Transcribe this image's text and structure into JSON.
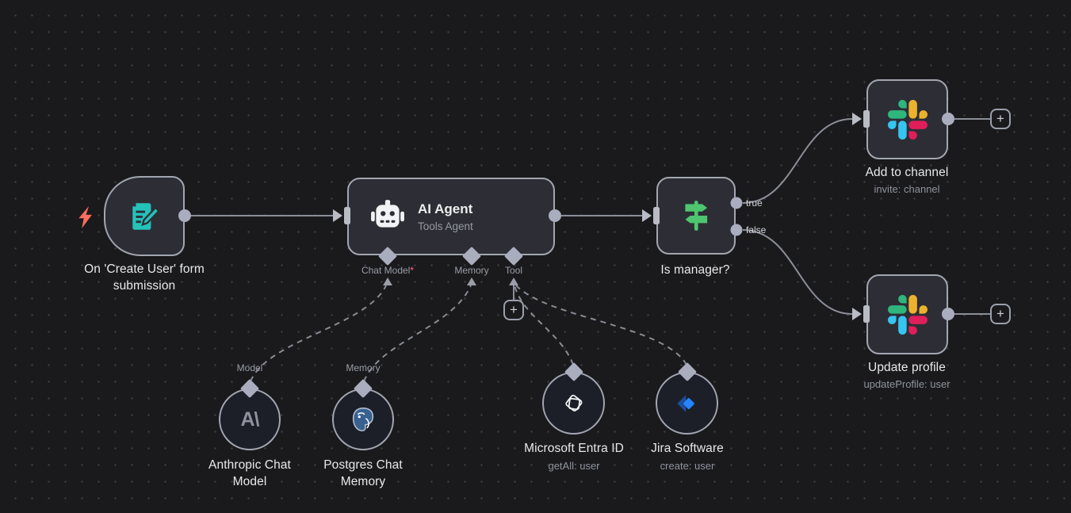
{
  "canvas": {
    "background": "#1a1a1d",
    "dot_color": "#55565a"
  },
  "colors": {
    "node_fill": "#2d2e35",
    "node_border": "#a2a6b0",
    "circle_fill": "#1d1f28",
    "connector": "#8b8e97",
    "port": "#a9adbd",
    "trigger_bolt": "#ff6d5c",
    "form_teal": "#25c2ba",
    "switch_green": "#4ec56f",
    "slack_blue": "#36C5F0",
    "slack_green": "#2EB67D",
    "slack_yellow": "#ECB22E",
    "slack_red": "#E01E5A",
    "jira_bright": "#2684FF",
    "jira_dark": "#1b4f9e",
    "postgres_blue": "#39618f"
  },
  "nodes": {
    "trigger": {
      "label": "On 'Create User' form submission",
      "icon": "form-edit-icon",
      "badge_icon": "lightning-trigger-icon"
    },
    "agent": {
      "title": "AI Agent",
      "subtitle": "Tools Agent",
      "icon": "robot-icon",
      "ports": {
        "chat_model": "Chat Model",
        "required_mark": "*",
        "memory": "Memory",
        "tool": "Tool"
      }
    },
    "switch": {
      "label": "Is manager?",
      "icon": "signpost-icon",
      "outputs": {
        "true_label": "true",
        "false_label": "false"
      }
    },
    "slack_add": {
      "label": "Add to channel",
      "subtitle": "invite: channel",
      "icon": "slack-icon"
    },
    "slack_update": {
      "label": "Update profile",
      "subtitle": "updateProfile: user",
      "icon": "slack-icon"
    },
    "anthropic": {
      "label": "Anthropic Chat Model",
      "port_label": "Model",
      "icon": "anthropic-icon",
      "glyph": "A\\"
    },
    "postgres": {
      "label": "Postgres Chat Memory",
      "port_label": "Memory",
      "icon": "postgres-icon"
    },
    "entra": {
      "label": "Microsoft Entra ID",
      "subtitle": "getAll: user",
      "icon": "entra-icon"
    },
    "jira": {
      "label": "Jira Software",
      "subtitle": "create: user",
      "icon": "jira-icon"
    }
  },
  "misc": {
    "plus": "+"
  }
}
